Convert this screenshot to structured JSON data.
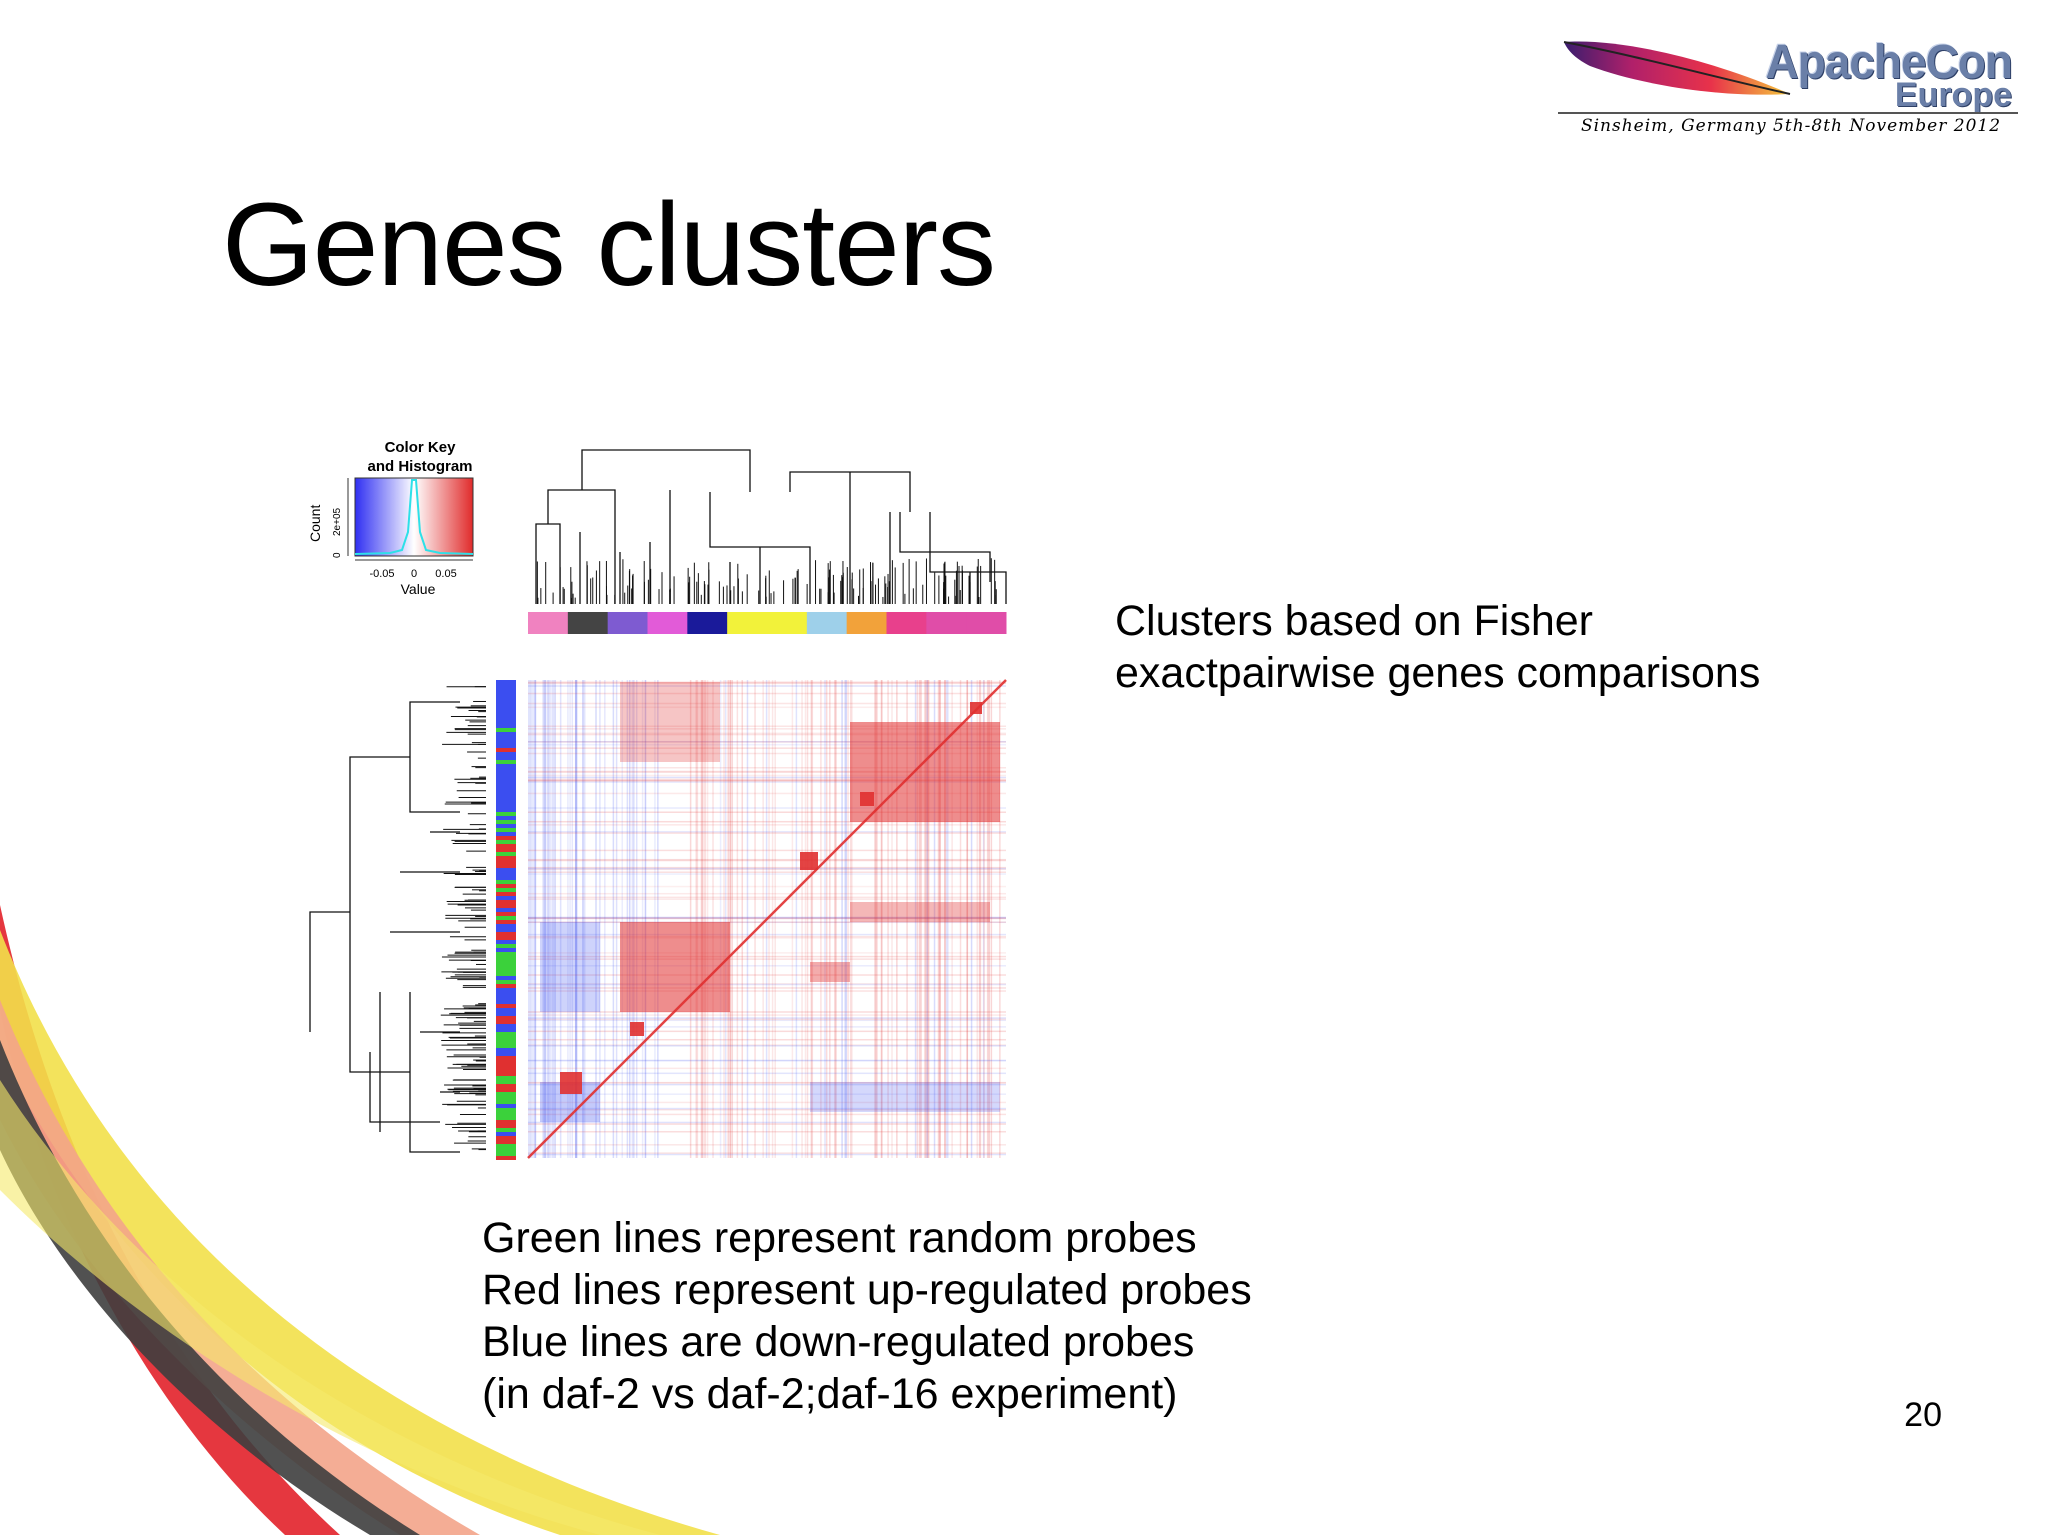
{
  "slide": {
    "title": "Genes clusters",
    "page_number": "20"
  },
  "logo": {
    "brand": "ApacheCon",
    "sub": "Europe",
    "tagline": "Sinsheim, Germany 5th-8th November 2012"
  },
  "annotations": {
    "clusters_note": [
      "Clusters based on Fisher",
      "exactpairwise genes comparisons"
    ],
    "legend_note": [
      "Green lines represent random probes",
      "Red lines represent up-regulated probes",
      "Blue lines are down-regulated probes",
      "(in daf-2 vs daf-2;daf-16 experiment)"
    ]
  },
  "figure": {
    "color_key_title": [
      "Color Key",
      "and Histogram"
    ],
    "color_key_ylabel": "Count",
    "color_key_yticks": [
      "0",
      "2e+05"
    ],
    "color_key_xticks": [
      "-0.05",
      "0",
      "0.05"
    ],
    "color_key_xlabel": "Value",
    "colors": {
      "up": "#e03030",
      "down": "#3b4ef0",
      "random": "#3bd13b",
      "dendrogram": "#111111"
    }
  },
  "decor": {
    "swoosh_colors": [
      "#e2212a",
      "#f2e04a",
      "#f3a489",
      "#3e3e3e",
      "#f5ea6a"
    ]
  }
}
